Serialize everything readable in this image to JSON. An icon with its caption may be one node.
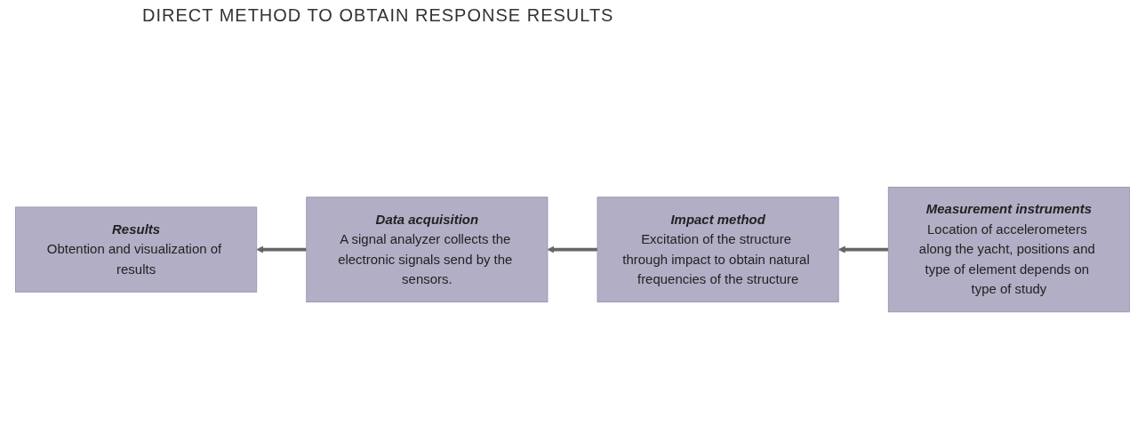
{
  "diagram": {
    "title": "DIRECT METHOD TO OBTAIN RESPONSE RESULTS",
    "nodes": [
      {
        "text": [
          "Measurement instruments",
          "Location of accelerometers along the yacht, positions and type of element depends on type of study"
        ]
      },
      {
        "text": [
          "Impact method",
          "Excitation of the structure through impact to obtain natural frequencies of the structure"
        ]
      },
      {
        "text": [
          "Data acquisition",
          "A signal analyzer collects the electronic signals send by the sensors."
        ]
      },
      {
        "text": [
          "Results",
          "Obtention and visualization of results"
        ]
      }
    ],
    "edges": [
      {
        "from": 0,
        "to": 1,
        "arrow": "to"
      },
      {
        "from": 1,
        "to": 2,
        "arrow": "to"
      },
      {
        "from": 2,
        "to": 3,
        "arrow": "to"
      }
    ]
  }
}
